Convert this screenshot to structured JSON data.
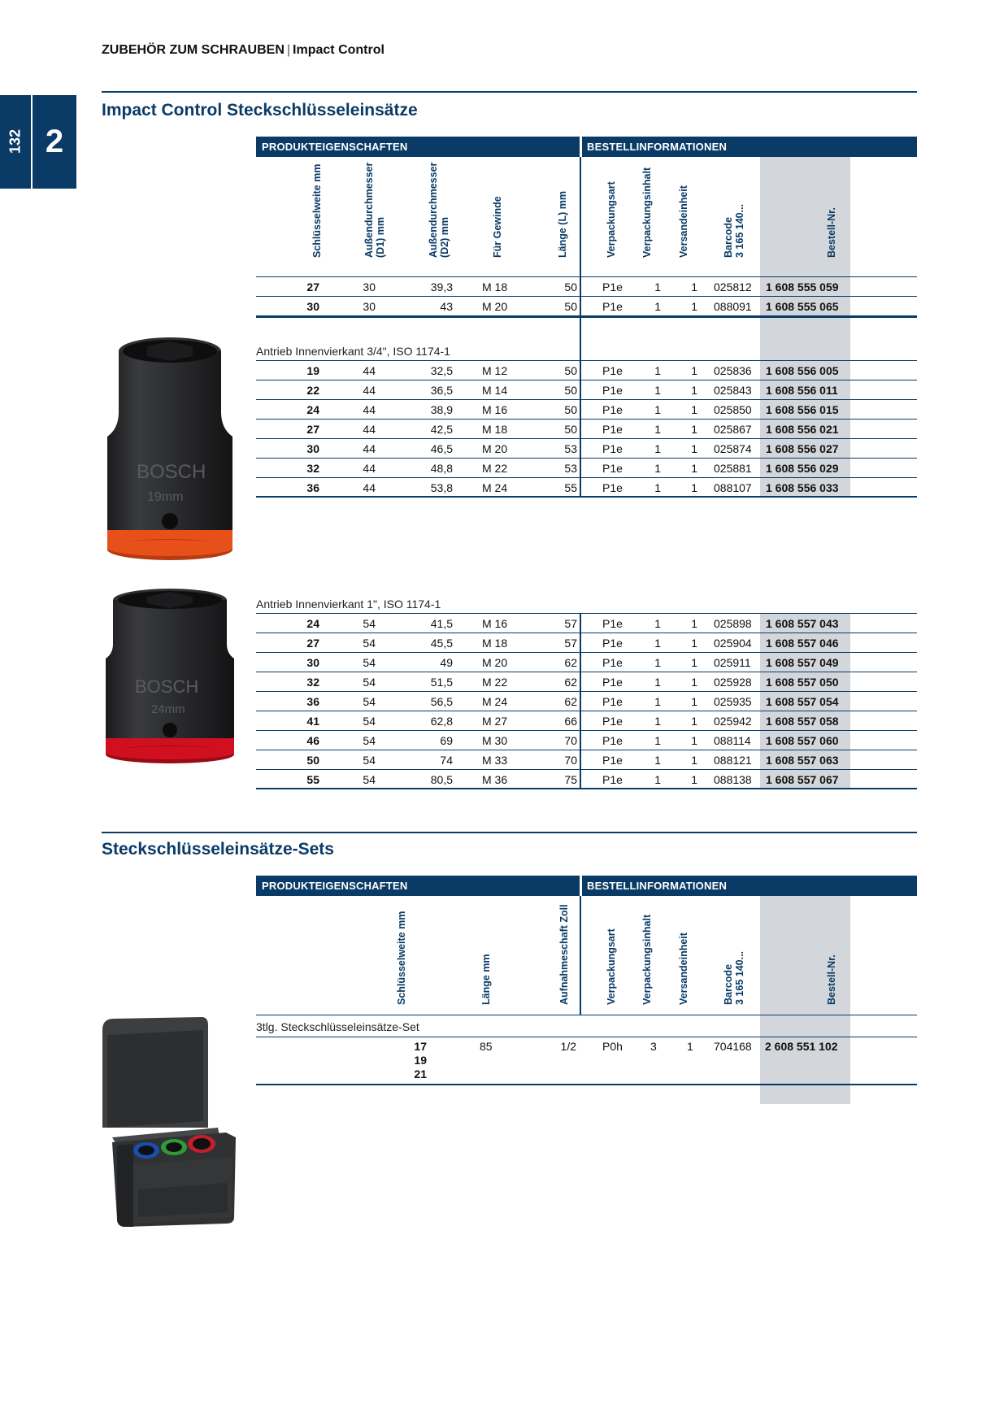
{
  "breadcrumb": {
    "main": "ZUBEHÖR ZUM SCHRAUBEN",
    "separator": "|",
    "sub": "Impact Control"
  },
  "sidetab": {
    "page_number": "132",
    "chapter": "2"
  },
  "section1": {
    "title": "Impact Control Steckschlüsseleinsätze",
    "band_left": "PRODUKTEIGENSCHAFTEN",
    "band_right": "BESTELLINFORMATIONEN",
    "headers": {
      "sw": "Schlüsselweite mm",
      "d1_a": "Außendurchmesser",
      "d1_b": "(D1) mm",
      "d2_a": "Außendurchmesser",
      "d2_b": "(D2) mm",
      "gew": "Für Gewinde",
      "len": "Länge (L) mm",
      "vart": "Verpackungsart",
      "vinh": "Verpackungsinhalt",
      "vers": "Versandeinheit",
      "bar_a": "Barcode",
      "bar_b": "3 165 140...",
      "best": "Bestell-Nr."
    },
    "rows_top": [
      [
        "27",
        "30",
        "39,3",
        "M 18",
        "50",
        "P1e",
        "1",
        "1",
        "025812",
        "1 608 555 059"
      ],
      [
        "30",
        "30",
        "43",
        "M 20",
        "50",
        "P1e",
        "1",
        "1",
        "088091",
        "1 608 555 065"
      ]
    ],
    "group2": {
      "caption": "Antrieb Innenvierkant 3/4\", ISO 1174-1",
      "rows": [
        [
          "19",
          "44",
          "32,5",
          "M 12",
          "50",
          "P1e",
          "1",
          "1",
          "025836",
          "1 608 556 005"
        ],
        [
          "22",
          "44",
          "36,5",
          "M 14",
          "50",
          "P1e",
          "1",
          "1",
          "025843",
          "1 608 556 011"
        ],
        [
          "24",
          "44",
          "38,9",
          "M 16",
          "50",
          "P1e",
          "1",
          "1",
          "025850",
          "1 608 556 015"
        ],
        [
          "27",
          "44",
          "42,5",
          "M 18",
          "50",
          "P1e",
          "1",
          "1",
          "025867",
          "1 608 556 021"
        ],
        [
          "30",
          "44",
          "46,5",
          "M 20",
          "53",
          "P1e",
          "1",
          "1",
          "025874",
          "1 608 556 027"
        ],
        [
          "32",
          "44",
          "48,8",
          "M 22",
          "53",
          "P1e",
          "1",
          "1",
          "025881",
          "1 608 556 029"
        ],
        [
          "36",
          "44",
          "53,8",
          "M 24",
          "55",
          "P1e",
          "1",
          "1",
          "088107",
          "1 608 556 033"
        ]
      ]
    },
    "group3": {
      "caption": "Antrieb Innenvierkant 1\", ISO 1174-1",
      "rows": [
        [
          "24",
          "54",
          "41,5",
          "M 16",
          "57",
          "P1e",
          "1",
          "1",
          "025898",
          "1 608 557 043"
        ],
        [
          "27",
          "54",
          "45,5",
          "M 18",
          "57",
          "P1e",
          "1",
          "1",
          "025904",
          "1 608 557 046"
        ],
        [
          "30",
          "54",
          "49",
          "M 20",
          "62",
          "P1e",
          "1",
          "1",
          "025911",
          "1 608 557 049"
        ],
        [
          "32",
          "54",
          "51,5",
          "M 22",
          "62",
          "P1e",
          "1",
          "1",
          "025928",
          "1 608 557 050"
        ],
        [
          "36",
          "54",
          "56,5",
          "M 24",
          "62",
          "P1e",
          "1",
          "1",
          "025935",
          "1 608 557 054"
        ],
        [
          "41",
          "54",
          "62,8",
          "M 27",
          "66",
          "P1e",
          "1",
          "1",
          "025942",
          "1 608 557 058"
        ],
        [
          "46",
          "54",
          "69",
          "M 30",
          "70",
          "P1e",
          "1",
          "1",
          "088114",
          "1 608 557 060"
        ],
        [
          "50",
          "54",
          "74",
          "M 33",
          "70",
          "P1e",
          "1",
          "1",
          "088121",
          "1 608 557 063"
        ],
        [
          "55",
          "54",
          "80,5",
          "M 36",
          "75",
          "P1e",
          "1",
          "1",
          "088138",
          "1 608 557 067"
        ]
      ]
    }
  },
  "section2": {
    "title": "Steckschlüsseleinsätze-Sets",
    "band_left": "PRODUKTEIGENSCHAFTEN",
    "band_right": "BESTELLINFORMATIONEN",
    "headers": {
      "sw": "Schlüsselweite mm",
      "len": "Länge mm",
      "auf": "Aufnahmeschaft Zoll",
      "vart": "Verpackungsart",
      "vinh": "Verpackungsinhalt",
      "vers": "Versandeinheit",
      "bar_a": "Barcode",
      "bar_b": "3 165 140...",
      "best": "Bestell-Nr."
    },
    "caption": "3tlg. Steckschlüsseleinsätze-Set",
    "row": {
      "sw": [
        "17",
        "19",
        "21"
      ],
      "len": "85",
      "auf": "1/2",
      "vart": "P0h",
      "vinh": "3",
      "vers": "1",
      "bar": "704168",
      "best": "2 608 551 102"
    }
  },
  "images": {
    "socket_3_4": {
      "brand": "BOSCH",
      "size": "19mm",
      "ring_color": "#e8501a"
    },
    "socket_1": {
      "brand": "BOSCH",
      "size": "24mm",
      "ring_color": "#d01020"
    },
    "set_colors": [
      "#1a4fb0",
      "#2f9a3a",
      "#c0202a"
    ]
  },
  "colors": {
    "brand_blue": "#0a3b66",
    "grey_column": "#d3d6da"
  }
}
